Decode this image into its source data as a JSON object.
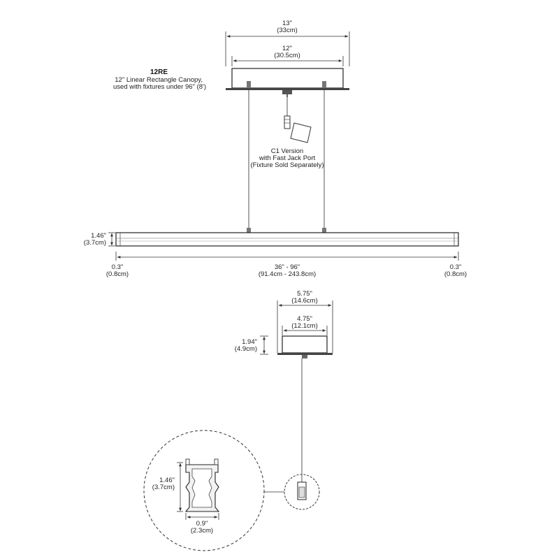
{
  "canopy": {
    "model": "12RE",
    "description_line1": "12\" Linear Rectangle Canopy,",
    "description_line2": "used with fixtures under 96\" (8')",
    "outer_width_in": "13\"",
    "outer_width_cm": "(33cm)",
    "inner_width_in": "12\"",
    "inner_width_cm": "(30.5cm)"
  },
  "c1_note": {
    "line1": "C1 Version",
    "line2": "with Fast Jack Port",
    "line3": "(Fixture Sold Separately)"
  },
  "fixture": {
    "height_in": "1.46\"",
    "height_cm": "(3.7cm)",
    "left_end_in": "0.3\"",
    "left_end_cm": "(0.8cm)",
    "length_in": "36\" - 96\"",
    "length_cm": "(91.4cm - 243.8cm)",
    "right_end_in": "0.3\"",
    "right_end_cm": "(0.8cm)"
  },
  "side_view": {
    "outer_width_in": "5.75\"",
    "outer_width_cm": "(14.6cm)",
    "inner_width_in": "4.75\"",
    "inner_width_cm": "(12.1cm)",
    "canopy_height_in": "1.94\"",
    "canopy_height_cm": "(4.9cm)"
  },
  "profile_detail": {
    "height_in": "1.46\"",
    "height_cm": "(3.7cm)",
    "width_in": "0.9\"",
    "width_cm": "(2.3cm)"
  }
}
